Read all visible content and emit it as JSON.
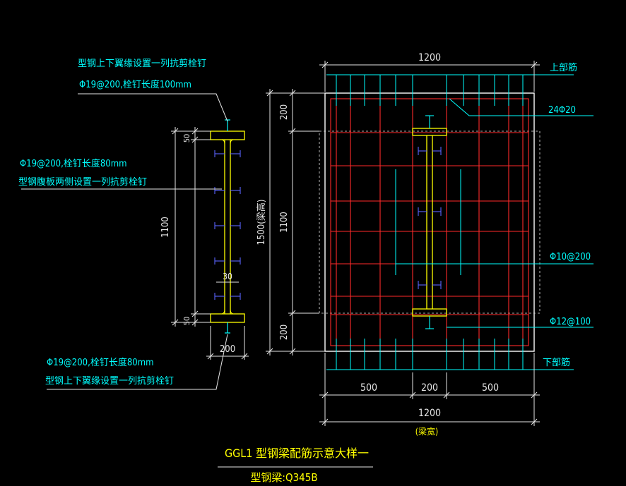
{
  "colors": {
    "background": "#000000",
    "cyan": "#00ffff",
    "yellow": "#ffff00",
    "white": "#ffffff",
    "rebar_red": "#ff2a2a",
    "stud_blue": "#5a64ff",
    "dim_white": "#e6e6e6"
  },
  "left_detail": {
    "note_top_line1": "型钢上下翼缘设置一列抗剪栓钉",
    "note_top_line2": "Φ19@200,栓钉长度100mm",
    "note_mid_line1": "Φ19@200,栓钉长度80mm",
    "note_mid_line2": "型钢腹板两侧设置一列抗剪栓钉",
    "note_bot_line1": "Φ19@200,栓钉长度80mm",
    "note_bot_line2": "型钢上下翼缘设置一列抗剪栓钉",
    "dim_flange_top": "50",
    "dim_flange_bot": "50",
    "dim_height": "1100",
    "dim_web": "30",
    "dim_width": "200"
  },
  "section": {
    "dim_top_width": "1200",
    "label_top_bars": "上部筋",
    "label_side_bars": "24Φ20",
    "label_stirrup_1": "Φ10@200",
    "label_stirrup_2": "Φ12@100",
    "label_bottom_bars": "下部筋",
    "dim_left_200_top": "200",
    "dim_left_1100": "1100",
    "dim_left_200_bot": "200",
    "dim_total_height": "1500(梁高)",
    "dim_b1": "500",
    "dim_b2": "200",
    "dim_b3": "500",
    "dim_bottom_width": "1200",
    "dim_bottom_width_note": "(梁宽)"
  },
  "title": {
    "main": "GGL1 型钢梁配筋示意大样一",
    "sub": "型钢梁:Q345B"
  }
}
